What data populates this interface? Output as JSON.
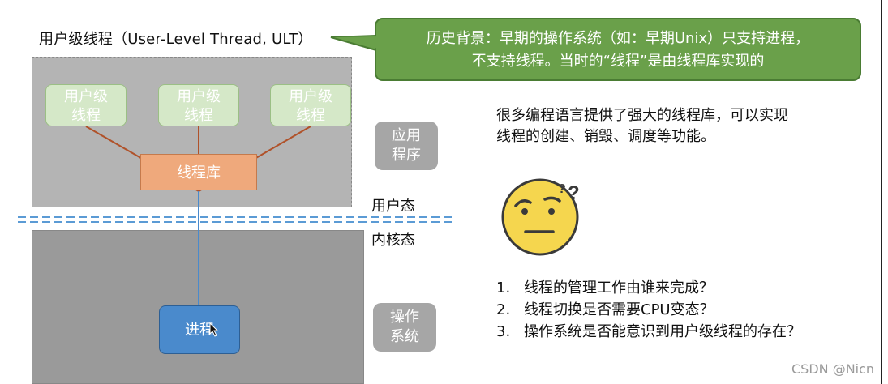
{
  "title": "用户级线程（User-Level Thread, ULT）",
  "callout": {
    "line1": "历史背景：早期的操作系统（如：早期Unix）只支持进程，",
    "line2": "不支持线程。当时的“线程”是由线程库实现的"
  },
  "diagram": {
    "ult_threads": [
      {
        "line1": "用户级",
        "line2": "线程"
      },
      {
        "line1": "用户级",
        "line2": "线程"
      },
      {
        "line1": "用户级",
        "line2": "线程"
      }
    ],
    "thread_library": "线程库",
    "process": "进程",
    "app_label": {
      "line1": "应用",
      "line2": "程序"
    },
    "os_label": {
      "line1": "操作",
      "line2": "系统"
    },
    "user_mode": "用户态",
    "kernel_mode": "内核态"
  },
  "description": {
    "line1": "很多编程语言提供了强大的线程库，可以实现",
    "line2": "线程的创建、销毁、调度等功能。"
  },
  "emoji": "thinking-face-icon",
  "questions": [
    {
      "num": "1.",
      "text": "线程的管理工作由谁来完成？"
    },
    {
      "num": "2.",
      "text": "线程切换是否需要CPU变态？"
    },
    {
      "num": "3.",
      "text": "操作系统是否能意识到用户级线程的存在？"
    }
  ],
  "watermark": "CSDN @Nicn",
  "colors": {
    "callout": "#6aa04a",
    "ult": "#d5e8c8",
    "library": "#efa97c",
    "process": "#4a8acc",
    "connector": "#b0522a",
    "kernel_link": "#4a8acc",
    "divider": "#5b9bd5"
  }
}
